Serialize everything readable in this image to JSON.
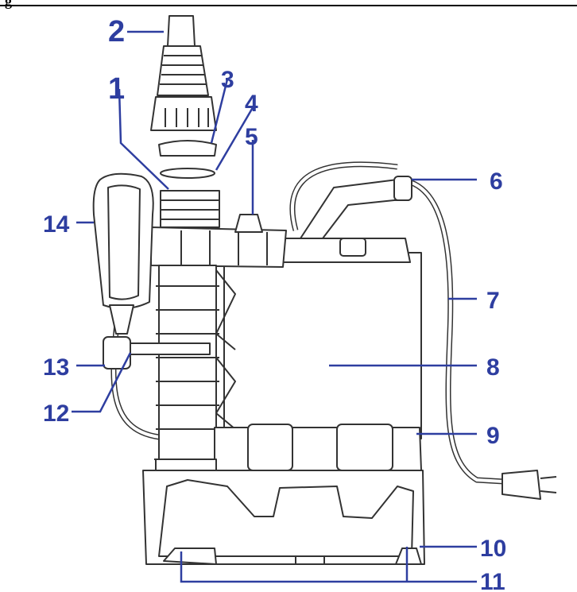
{
  "header": {
    "text": "g"
  },
  "callouts": [
    "1",
    "2",
    "3",
    "4",
    "5",
    "6",
    "7",
    "8",
    "9",
    "10",
    "11",
    "12",
    "13",
    "14"
  ],
  "colors": {
    "callout": "#2e3ea0",
    "line": "#2e3ea0",
    "outline": "#333333",
    "fill": "#ffffff"
  }
}
